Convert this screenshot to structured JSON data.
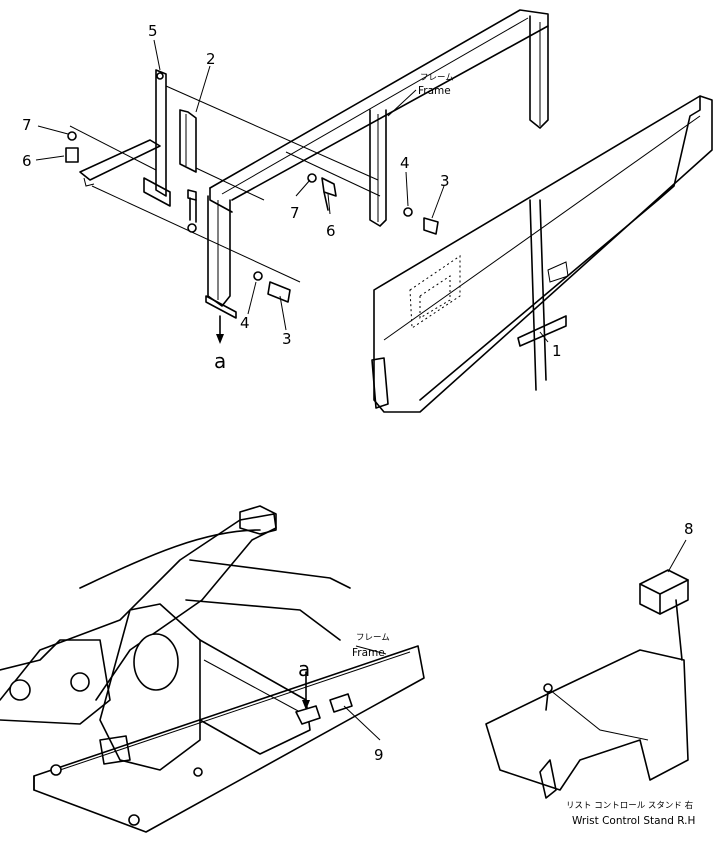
{
  "callouts": {
    "c1": "1",
    "c2": "2",
    "c3a": "3",
    "c3b": "3",
    "c4a": "4",
    "c4b": "4",
    "c5": "5",
    "c6a": "6",
    "c6b": "6",
    "c7a": "7",
    "c7b": "7",
    "c8": "8",
    "c9": "9"
  },
  "labels": {
    "frame_jp_top": "フレーム",
    "frame_en_top": "Frame",
    "ref_a_top": "a",
    "frame_jp_bottom": "フレーム",
    "frame_en_bottom": "Frame",
    "ref_a_bottom": "a",
    "wrist_jp": "リスト コントロール スタンド 右",
    "wrist_en": "Wrist Control Stand R.H"
  }
}
